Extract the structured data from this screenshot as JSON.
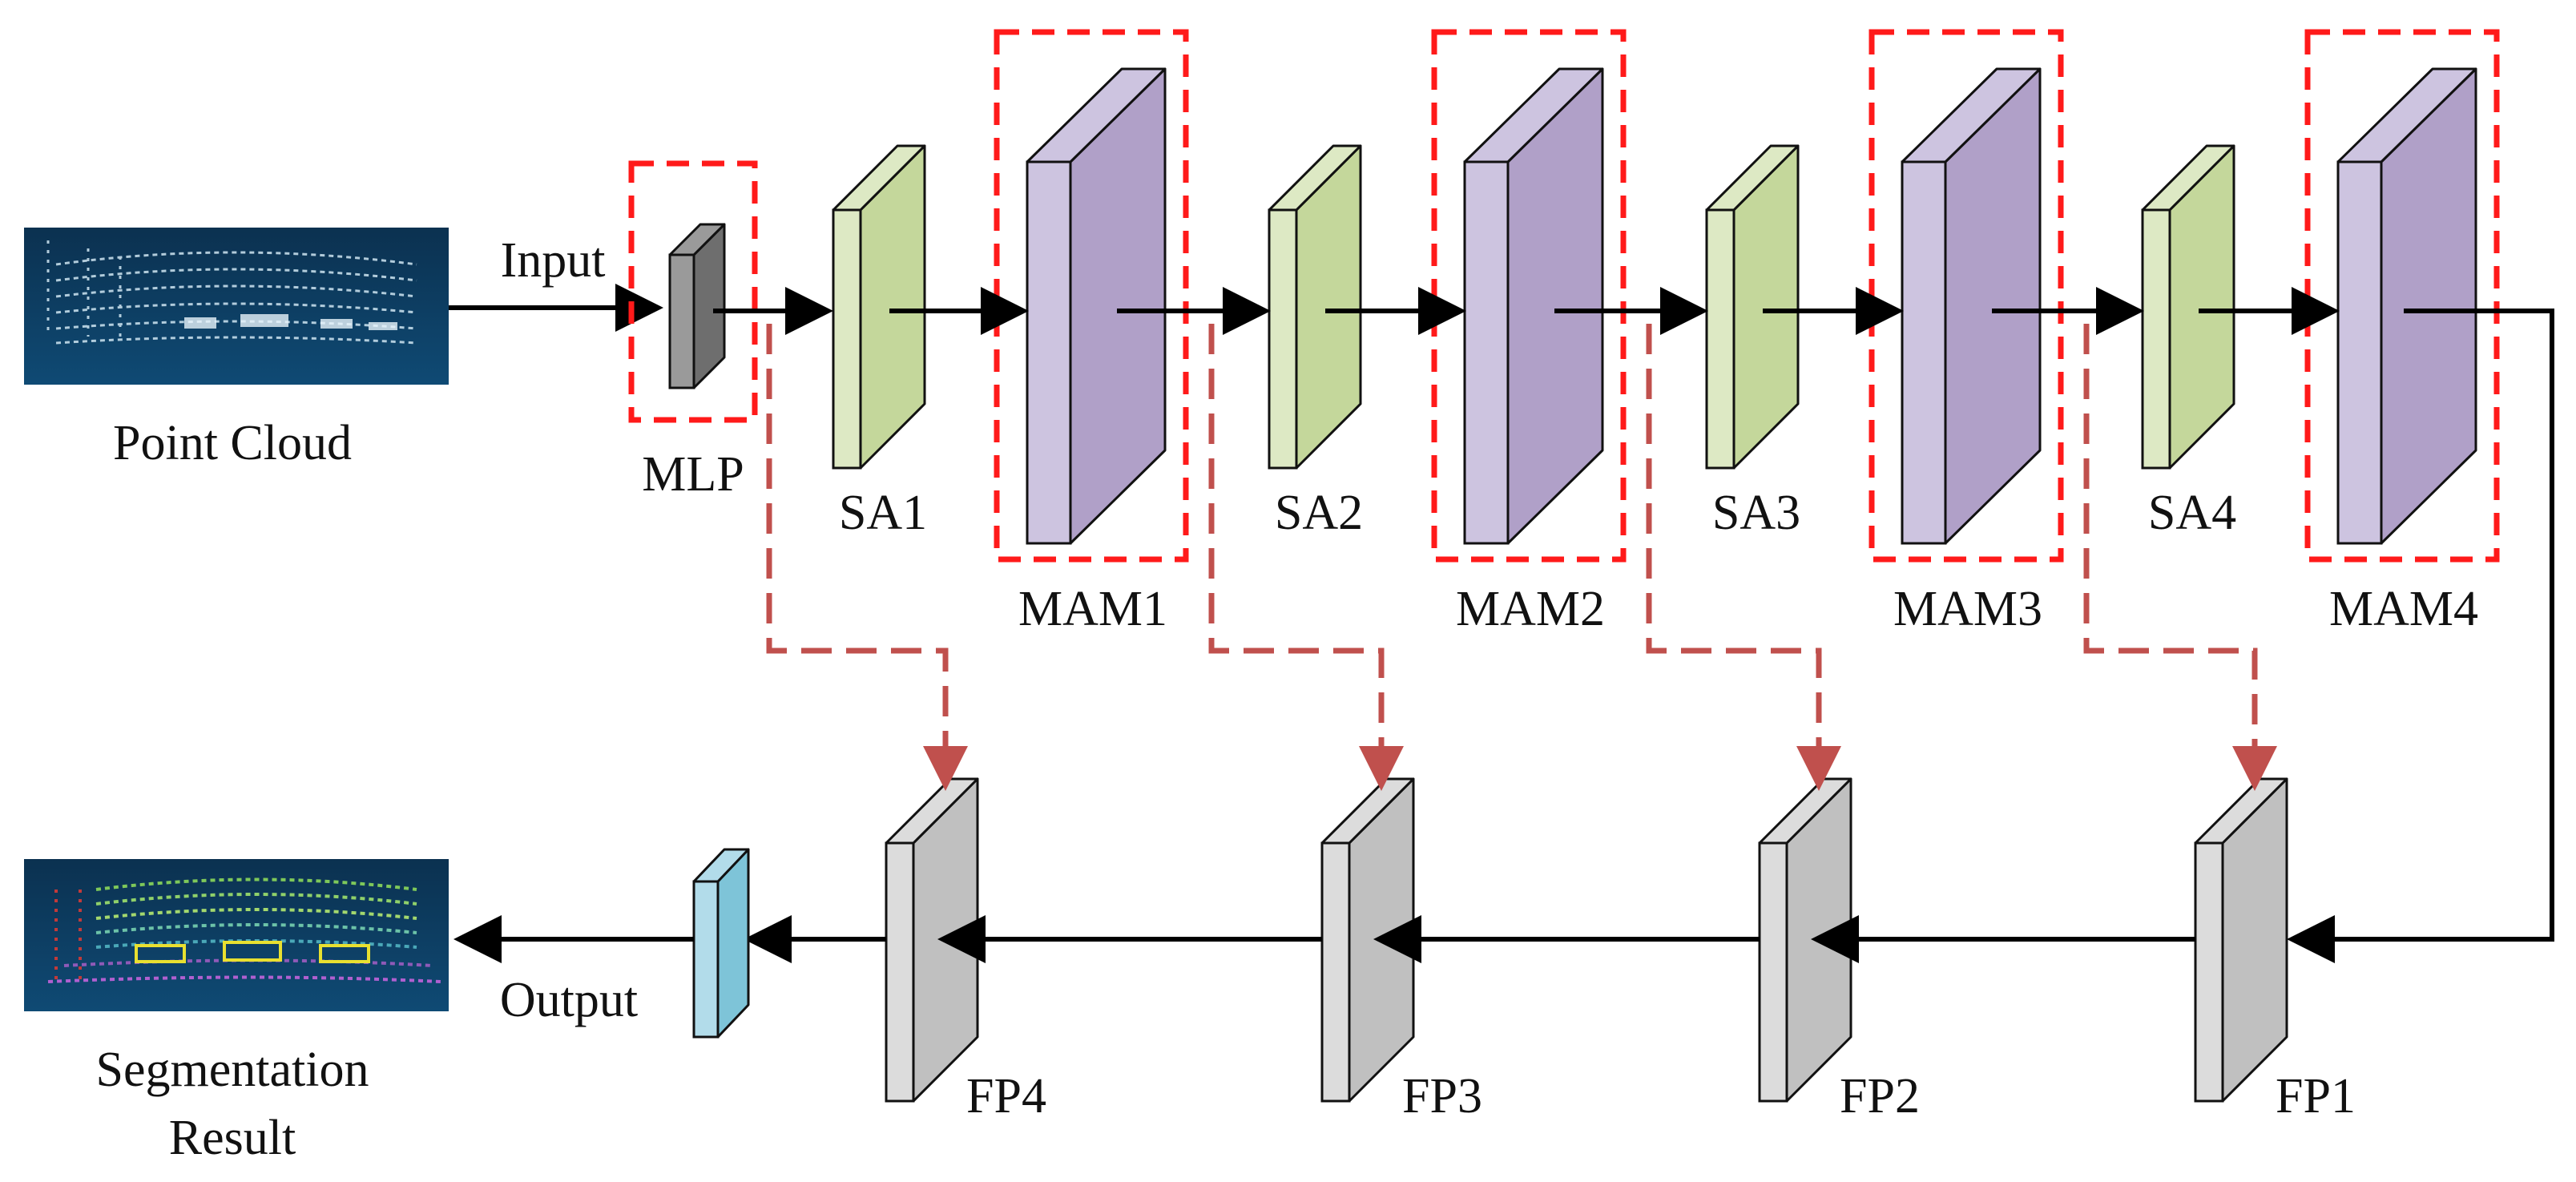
{
  "input_label": "Input",
  "output_label": "Output",
  "point_cloud_label": "Point Cloud",
  "segmentation_label_line1": "Segmentation",
  "segmentation_label_line2": "Result",
  "mlp_label": "MLP",
  "sa_blocks": [
    {
      "label": "SA1"
    },
    {
      "label": "SA2"
    },
    {
      "label": "SA3"
    },
    {
      "label": "SA4"
    }
  ],
  "mam_blocks": [
    {
      "label": "MAM1"
    },
    {
      "label": "MAM2"
    },
    {
      "label": "MAM3"
    },
    {
      "label": "MAM4"
    }
  ],
  "fp_blocks": [
    {
      "label": "FP4"
    },
    {
      "label": "FP3"
    },
    {
      "label": "FP2"
    },
    {
      "label": "FP1"
    }
  ],
  "colors": {
    "sa_front": "#c4d79b",
    "sa_side": "#dde9c4",
    "mam_front": "#b0a0c8",
    "mam_side": "#cdc4e0",
    "fp_front": "#c0c0c0",
    "fp_side": "#dcdcdc",
    "mlp_front": "#6e6e6e",
    "mlp_side": "#9a9a9a",
    "output_front": "#7ec4d8",
    "output_side": "#b2dcea",
    "highlight_dash": "#ff1a1a",
    "skip_dash": "#c0504d",
    "arrow": "#000000",
    "lidar_bg": "#0d3d63"
  }
}
